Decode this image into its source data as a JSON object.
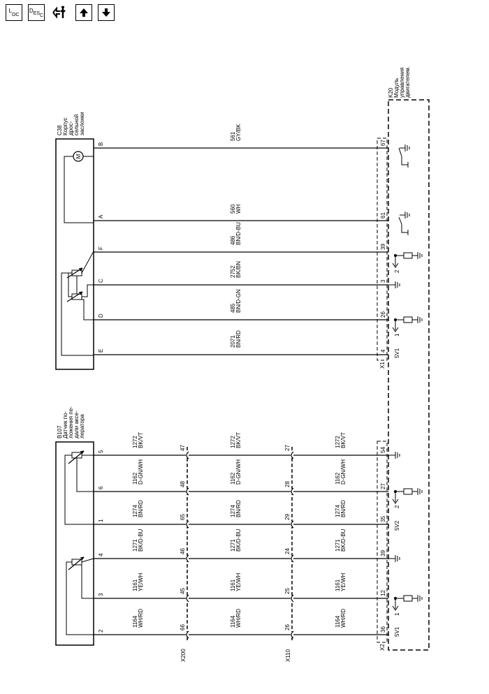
{
  "toolbar": {
    "loc": {
      "main": "L",
      "sub": "OC"
    },
    "desc": {
      "main": "D",
      "mid": "ES",
      "sub": "C"
    },
    "tool_icon": "service-tool-icon",
    "up_icon": "arrow-up-icon",
    "down_icon": "arrow-down-icon"
  },
  "components": {
    "c38": {
      "id": "C38",
      "name": [
        "Корпус",
        "дрос-",
        "сельной",
        "заслонки"
      ]
    },
    "b107": {
      "id": "B107",
      "name": [
        "Датчик по-",
        "ложения пе-",
        "дали аксе-",
        "лератора"
      ]
    },
    "k20": {
      "id": "K20",
      "name": [
        "Модуль",
        "управления",
        "двигателем."
      ]
    }
  },
  "connectors": {
    "x1": "X1",
    "x2": "X2",
    "x200": "X200",
    "x110": "X110"
  },
  "motor_symbol": "M",
  "top_circuits": [
    {
      "pin": "B",
      "circuit": "561",
      "color": "GY/BK",
      "k20_pin": "67"
    },
    {
      "pin": "A",
      "circuit": "560",
      "color": "WH",
      "k20_pin": "61"
    },
    {
      "pin": "F",
      "circuit": "486",
      "color": "BN/D-BU",
      "k20_pin": "39"
    },
    {
      "pin": "C",
      "circuit": "2752",
      "color": "BK/BN",
      "k20_pin": "3"
    },
    {
      "pin": "D",
      "circuit": "485",
      "color": "BN/D-GN",
      "k20_pin": "26"
    },
    {
      "pin": "E",
      "circuit": "2071",
      "color": "BN/RD",
      "k20_pin": "4"
    }
  ],
  "bottom_circuits": [
    {
      "pin": "5",
      "circuit": "1272",
      "color": "BK/VT",
      "x200_pin": "47",
      "x110_pin": "27",
      "k20_pin": "54"
    },
    {
      "pin": "6",
      "circuit": "1162",
      "color": "D-GN/WH",
      "x200_pin": "48",
      "x110_pin": "28",
      "k20_pin": "27"
    },
    {
      "pin": "1",
      "circuit": "1274",
      "color": "BN/RD",
      "x200_pin": "65",
      "x110_pin": "29",
      "k20_pin": "35"
    },
    {
      "pin": "4",
      "circuit": "1271",
      "color": "BK/D-BU",
      "x200_pin": "46",
      "x110_pin": "24",
      "k20_pin": "39"
    },
    {
      "pin": "3",
      "circuit": "1161",
      "color": "YE/WH",
      "x200_pin": "45",
      "x110_pin": "25",
      "k20_pin": "12"
    },
    {
      "pin": "2",
      "circuit": "1164",
      "color": "WH/RD",
      "x200_pin": "66",
      "x110_pin": "26",
      "k20_pin": "36"
    }
  ],
  "module_labels": {
    "sig2_top": "2",
    "sig1_top": "1",
    "ref_top": "5V1",
    "sig2_bot": "2",
    "ref2_bot": "5V2",
    "sig1_bot": "1",
    "ref1_bot": "5V1"
  }
}
